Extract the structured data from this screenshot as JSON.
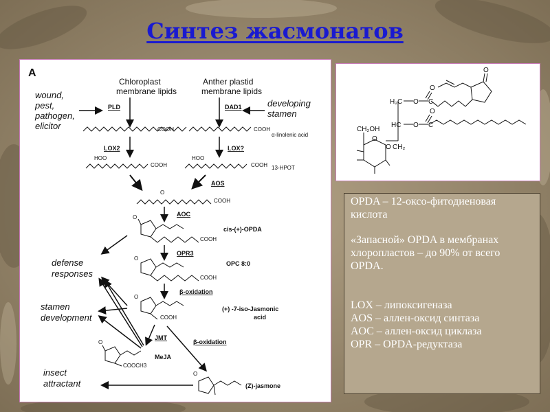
{
  "slide": {
    "title": "Синтез жасмонатов"
  },
  "diagram": {
    "panel_label": "A",
    "sources": {
      "chloroplast": [
        "Chloroplast",
        "membrane lipids"
      ],
      "anther": [
        "Anther plastid",
        "membrane lipids"
      ]
    },
    "stimuli": {
      "wound": [
        "wound,",
        "pest,",
        "pathogen,",
        "elicitor"
      ],
      "stamen": [
        "developing",
        "stamen"
      ]
    },
    "enzymes": {
      "pld": "PLD",
      "dad1": "DAD1",
      "lox2": "LOX2",
      "lox_q": "LOX?",
      "aos": "AOS",
      "aoc": "AOC",
      "opr3": "OPR3",
      "beta_ox_1": "β-oxidation",
      "jmt": "JMT",
      "beta_ox_2": "β-oxidation"
    },
    "compounds": {
      "linolenic": "α-linolenic acid",
      "hpot": "13-HPOT",
      "opda": "cis-(+)-OPDA",
      "opc": "OPC 8:0",
      "jasmonic": [
        "(+) -7-iso-Jasmonic",
        "acid"
      ],
      "meja": "MeJA",
      "jasmone": "(Z)-jasmone",
      "cooh": "COOH",
      "cooch3": "COOCH3",
      "hoo": "HOO"
    },
    "outputs": {
      "defense": [
        "defense",
        "responses"
      ],
      "stamen_dev": [
        "stamen",
        "development"
      ],
      "insect": [
        "insect",
        "attractant"
      ]
    }
  },
  "structure": {
    "labels": {
      "o_top": "O",
      "h2c": "H₂C",
      "hc": "HC",
      "o1": "O",
      "c1": "C",
      "o2": "O",
      "c2": "C",
      "o3": "O",
      "o4": "O",
      "ch2oh": "CH₂OH",
      "o_ring": "O",
      "o5": "O",
      "ch2": "CH₂"
    }
  },
  "legend": {
    "lines": [
      "OPDA – 12-оксо-фитодиеновая кислота",
      "«Запасной» OPDA в мембранах хлоропластов – до 90% от всего OPDA.",
      "LOX – липоксигеназа",
      "AOS – аллен-оксид синтаза",
      "AOC – аллен-оксид циклаза",
      "OPR – OPDA-редуктаза"
    ]
  }
}
